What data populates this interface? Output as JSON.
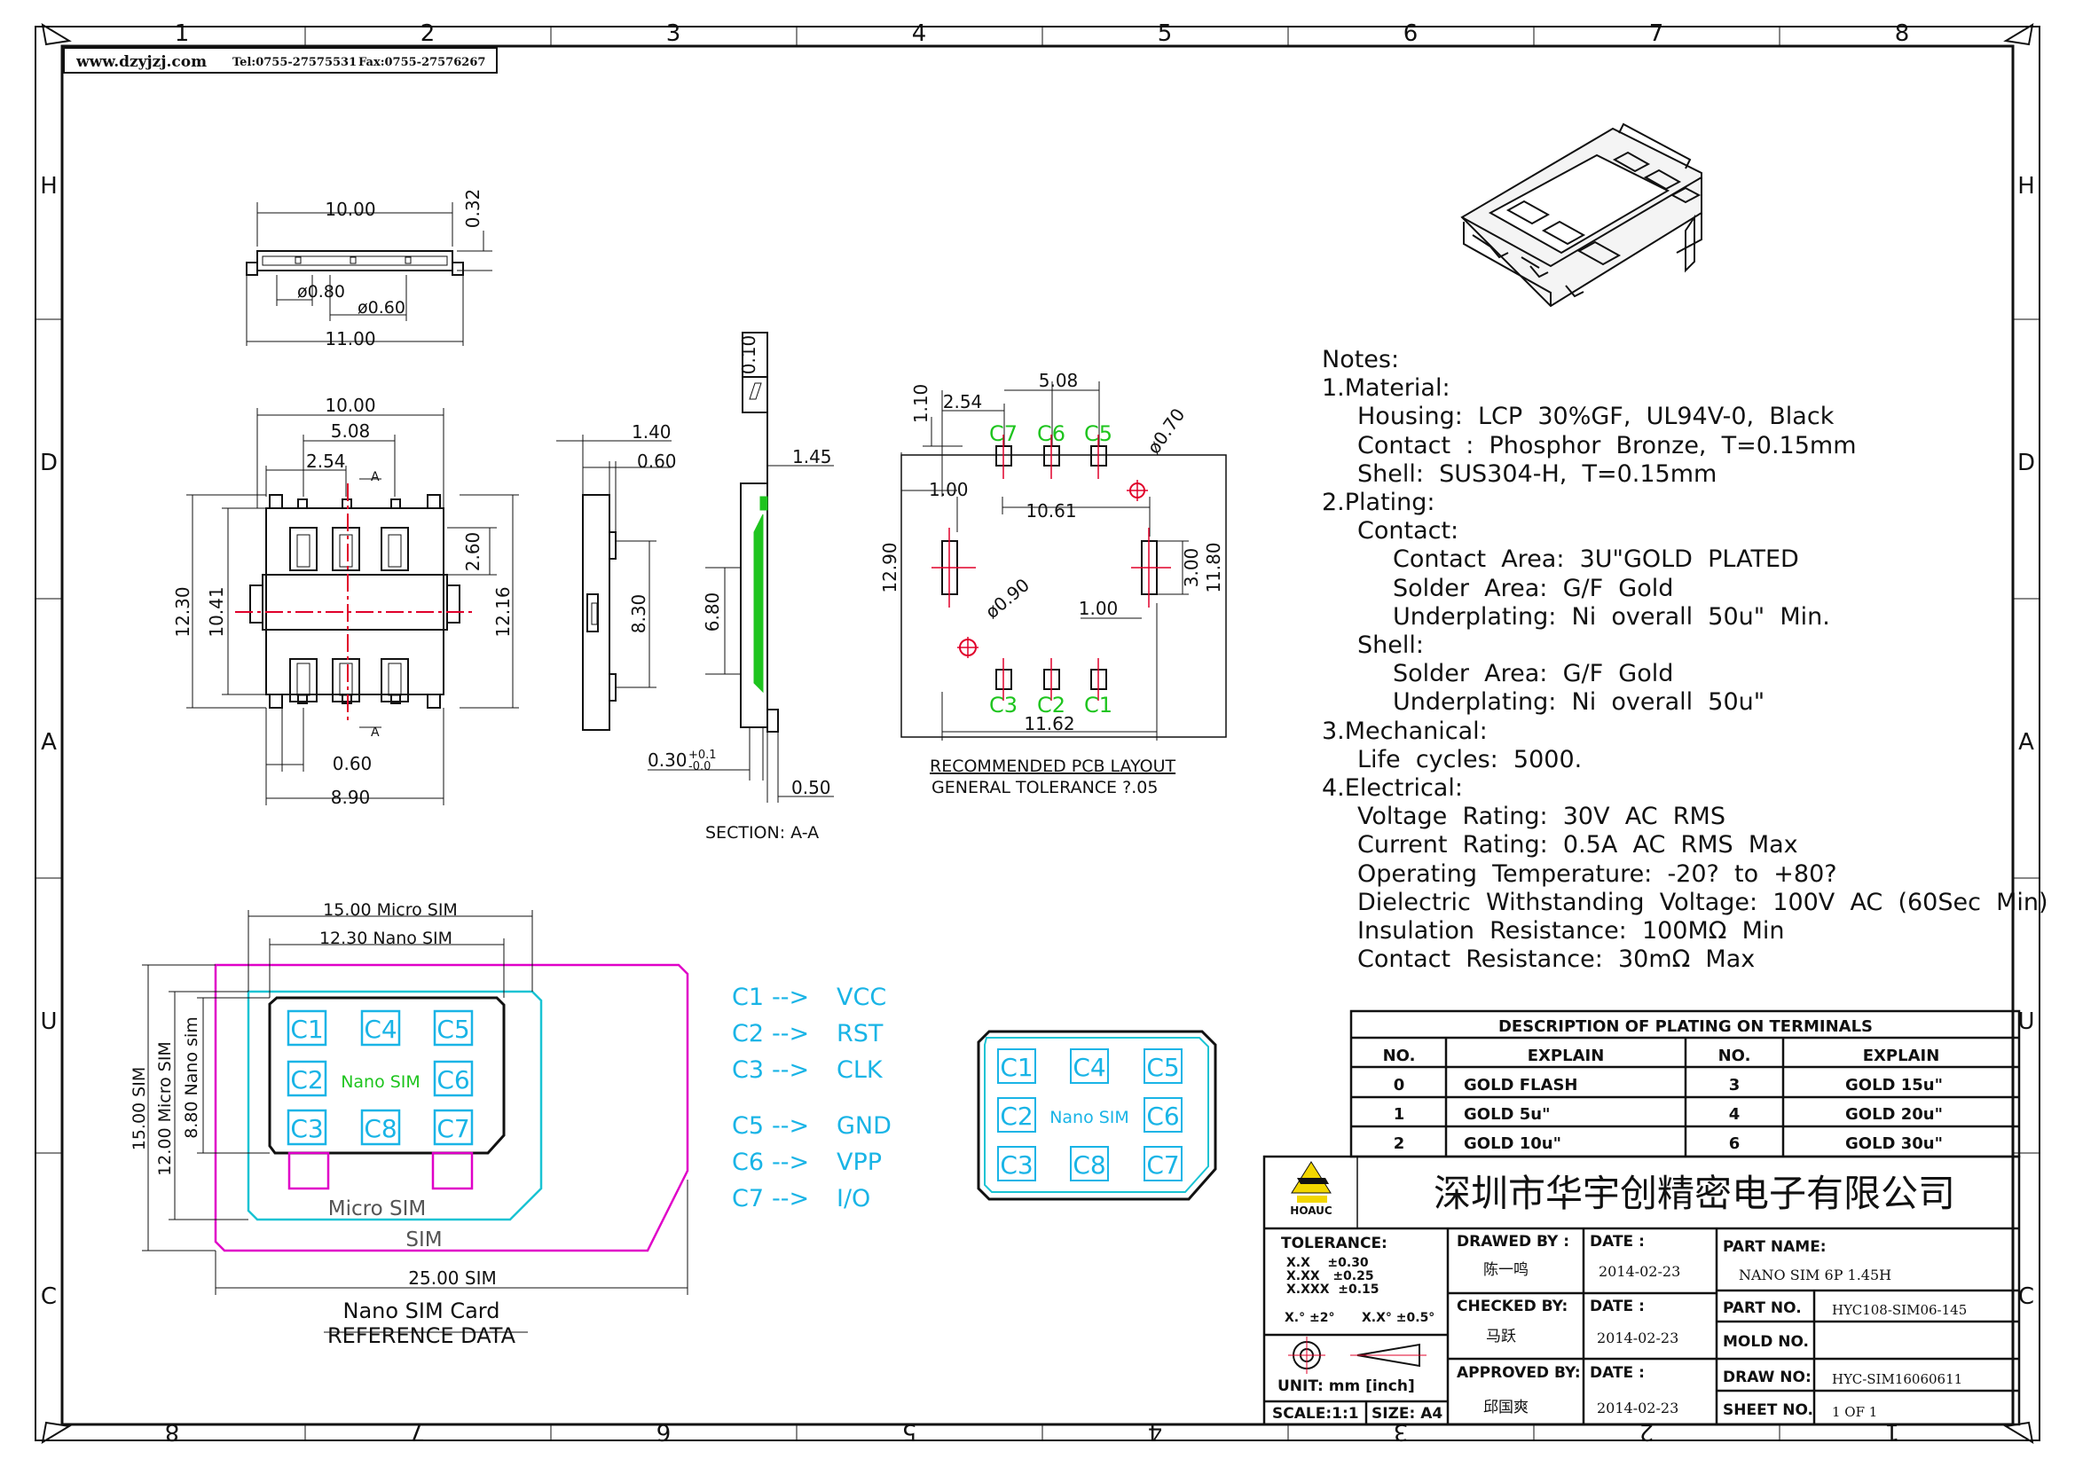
{
  "header": {
    "website": "www.dzyjzj.com",
    "tel": "Tel:0755-27575531",
    "fax": "Fax:0755-27576267"
  },
  "grid": {
    "columns_top": [
      "1",
      "2",
      "3",
      "4",
      "5",
      "6",
      "7",
      "8"
    ],
    "columns_bottom": [
      "8",
      "7",
      "6",
      "5",
      "4",
      "3",
      "2",
      "1"
    ],
    "rows": [
      "H",
      "D",
      "A",
      "U",
      "C"
    ]
  },
  "views": {
    "top_view": {
      "dims": [
        "10.00",
        "0.32",
        "ø0.80",
        "ø0.60",
        "11.00"
      ]
    },
    "plan_view": {
      "dims_top": [
        "10.00",
        "5.08",
        "2.54"
      ],
      "section_marks": [
        "A",
        "A"
      ],
      "dims_left": [
        "12.30",
        "10.41"
      ],
      "dims_right": [
        "2.60",
        "12.16"
      ],
      "dims_bottom": [
        "0.60",
        "8.90"
      ]
    },
    "side_view": {
      "dims": [
        "1.40",
        "0.60",
        "8.30"
      ]
    },
    "section_view": {
      "flatness_value": "0.10",
      "dims": [
        "1.45",
        "6.80",
        "0.30",
        "+0.1",
        "-0.0",
        "0.50"
      ],
      "caption": "SECTION: A-A"
    },
    "pcb_layout": {
      "dims": [
        "5.08",
        "2.54",
        "1.10",
        "ø0.70",
        "1.00",
        "10.61",
        "12.90",
        "3.00",
        "11.80",
        "ø0.90",
        "1.00",
        "11.62"
      ],
      "pin_labels_top": [
        "C7",
        "C6",
        "C5"
      ],
      "pin_labels_bottom": [
        "C3",
        "C2",
        "C1"
      ],
      "caption": "RECOMMENDED PCB LAYOUT",
      "tolerance": "GENERAL TOLERANCE ?.05"
    },
    "sim_reference": {
      "dims": [
        "15.00 Micro SIM",
        "12.30 Nano SIM",
        "15.00 SIM",
        "12.00 Micro SIM",
        "8.80 Nano sim",
        "25.00 SIM"
      ],
      "contacts": [
        "C1",
        "C4",
        "C5",
        "C2",
        "C6",
        "C3",
        "C8",
        "C7"
      ],
      "nano_label": "Nano SIM",
      "micro_label": "Micro SIM",
      "sim_label": "SIM",
      "caption_line1": "Nano SIM Card",
      "caption_line2": "REFERENCE DATA"
    },
    "pin_map": [
      {
        "pin": "C1",
        "signal": "VCC"
      },
      {
        "pin": "C2",
        "signal": "RST"
      },
      {
        "pin": "C3",
        "signal": "CLK"
      },
      {
        "pin": "C5",
        "signal": "GND"
      },
      {
        "pin": "C6",
        "signal": "VPP"
      },
      {
        "pin": "C7",
        "signal": "I/O"
      }
    ],
    "pin_arrow": "-->",
    "nano_card": {
      "contacts": [
        "C1",
        "C4",
        "C5",
        "C2",
        "C6",
        "C3",
        "C8",
        "C7"
      ],
      "label": "Nano SIM"
    }
  },
  "notes": [
    {
      "level": 0,
      "text": "Notes:"
    },
    {
      "level": 0,
      "text": "1.Material:"
    },
    {
      "level": 1,
      "text": "Housing:  LCP  30%GF,  UL94V-0,  Black"
    },
    {
      "level": 1,
      "text": "Contact  :  Phosphor  Bronze,  T=0.15mm"
    },
    {
      "level": 1,
      "text": "Shell:  SUS304-H,  T=0.15mm"
    },
    {
      "level": 0,
      "text": "2.Plating:"
    },
    {
      "level": 1,
      "text": "Contact:"
    },
    {
      "level": 2,
      "text": "Contact  Area:  3U\"GOLD  PLATED"
    },
    {
      "level": 2,
      "text": "Solder  Area:  G/F  Gold"
    },
    {
      "level": 2,
      "text": "Underplating:  Ni  overall  50u\"  Min."
    },
    {
      "level": 1,
      "text": "Shell:"
    },
    {
      "level": 2,
      "text": "Solder  Area:  G/F  Gold"
    },
    {
      "level": 2,
      "text": "Underplating:  Ni  overall  50u\""
    },
    {
      "level": 0,
      "text": "3.Mechanical:"
    },
    {
      "level": 1,
      "text": "Life  cycles:  5000."
    },
    {
      "level": 0,
      "text": "4.Electrical:"
    },
    {
      "level": 1,
      "text": "Voltage  Rating:  30V  AC  RMS"
    },
    {
      "level": 1,
      "text": "Current  Rating:  0.5A  AC  RMS  Max"
    },
    {
      "level": 1,
      "text": "Operating  Temperature:  -20?  to  +80?"
    },
    {
      "level": 1,
      "text": "Dielectric  Withstanding  Voltage:  100V  AC  (60Sec  Min)"
    },
    {
      "level": 1,
      "text": "Insulation  Resistance:  100MΩ  Min"
    },
    {
      "level": 1,
      "text": "Contact  Resistance:  30mΩ  Max"
    }
  ],
  "plating_table": {
    "title": "DESCRIPTION  OF  PLATING  ON  TERMINALS",
    "headers": [
      "NO.",
      "EXPLAIN",
      "NO.",
      "EXPLAIN"
    ],
    "rows": [
      [
        "0",
        "GOLD  FLASH",
        "3",
        "GOLD  15u\""
      ],
      [
        "1",
        "GOLD  5u\"",
        "4",
        "GOLD  20u\""
      ],
      [
        "2",
        "GOLD  10u\"",
        "6",
        "GOLD  30u\""
      ]
    ]
  },
  "title_block": {
    "company": "深圳市华宇创精密电子有限公司",
    "logo_text": "HOAUC",
    "tolerance_label": "TOLERANCE:",
    "tolerance_lines": [
      "X.X    ±0.30",
      "X.XX   ±0.25",
      "X.XXX  ±0.15"
    ],
    "angle_tol_1": "X.°  ±2°",
    "angle_tol_2": "X.X°  ±0.5°",
    "unit": "UNIT:  mm  [inch]",
    "scale": "SCALE:1:1",
    "size": "SIZE: A4",
    "drawn_by_label": "DRAWED  BY :",
    "drawn_by": "陈一鸣",
    "checked_by_label": "CHECKED  BY:",
    "checked_by": "马跃",
    "approved_by_label": "APPROVED  BY:",
    "approved_by": "邱国爽",
    "date_label": "DATE :",
    "date_drawn": "2014-02-23",
    "date_checked": "2014-02-23",
    "date_approved": "2014-02-23",
    "part_name_label": "PART  NAME:",
    "part_name": "NANO SIM 6P 1.45H",
    "part_no_label": "PART  NO.",
    "part_no": "HYC108-SIM06-145",
    "mold_no_label": "MOLD  NO.",
    "mold_no": "",
    "draw_no_label": "DRAW  NO:",
    "draw_no": "HYC-SIM16060611",
    "sheet_no_label": "SHEET  NO.",
    "sheet_no": "1 OF 1"
  },
  "colors": {
    "line": "#111111",
    "center_line": "#e0002a",
    "pin_label": "#1ec41e",
    "sim_outline": "#e000c8",
    "micro_outline": "#19c3d3",
    "contact": "#19b4e6",
    "logo": "#f2d600"
  }
}
